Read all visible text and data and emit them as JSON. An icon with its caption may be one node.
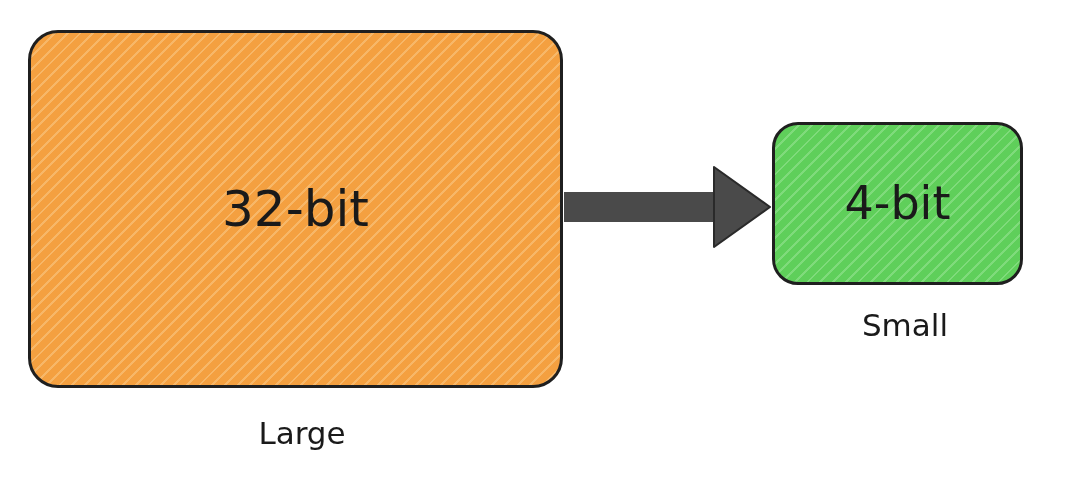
{
  "diagram": {
    "nodes": [
      {
        "text": [
          "32-bit"
        ],
        "beside": [
          "Large"
        ]
      },
      {
        "text": [
          "4-bit"
        ],
        "beside": [
          "Small"
        ]
      }
    ],
    "edges": [
      {
        "from": 0,
        "to": 1,
        "arrow": "to"
      }
    ]
  }
}
